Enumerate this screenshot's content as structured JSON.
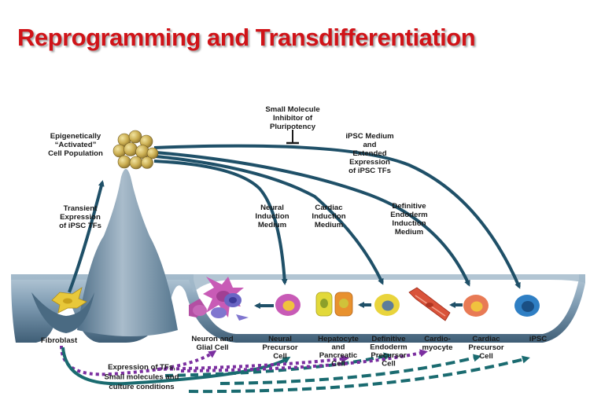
{
  "title": "Reprogramming and Transdifferentiation",
  "labels": {
    "epigenetic": [
      "Epigenetically",
      "“Activated”",
      "Cell Population"
    ],
    "small_molecule": [
      "Small Molecule",
      "Inhibitor of",
      "Pluripotency"
    ],
    "ipsc_medium": [
      "iPSC Medium",
      "and",
      "Extended",
      "Expression",
      "of iPSC TFs"
    ],
    "transient": [
      "Transient",
      "Expression",
      "of iPSC TFs"
    ],
    "neural_induction": [
      "Neural",
      "Induction",
      "Medium"
    ],
    "cardiac_induction": [
      "Cardiac",
      "Induction",
      "Medium"
    ],
    "endoderm_induction": [
      "Definitive",
      "Endoderm",
      "Induction",
      "Medium"
    ],
    "legend": [
      "Expression of TFs,",
      "Small molecules and",
      "culture conditions"
    ]
  },
  "cells": {
    "fibroblast": [
      "Fibroblast"
    ],
    "neuron": [
      "Neuron and",
      "Glial Cell"
    ],
    "neural_precursor": [
      "Neural",
      "Precursor",
      "Cell"
    ],
    "hepatocyte": [
      "Hepatocyte",
      "and",
      "Pancreatic",
      "Cell"
    ],
    "endoderm_precursor": [
      "Definitive",
      "Endoderm",
      "Precursor",
      "Cell"
    ],
    "cardiomyocyte": [
      "Cardio-",
      "myocyte"
    ],
    "cardiac_precursor": [
      "Cardiac",
      "Precursor",
      "Cell"
    ],
    "ipsc": [
      "iPSC"
    ]
  },
  "colors": {
    "title": "#d01318",
    "arrow": "#1f5068",
    "teal_dashed": "#1a6b70",
    "purple_dashed": "#7b2fa0"
  }
}
